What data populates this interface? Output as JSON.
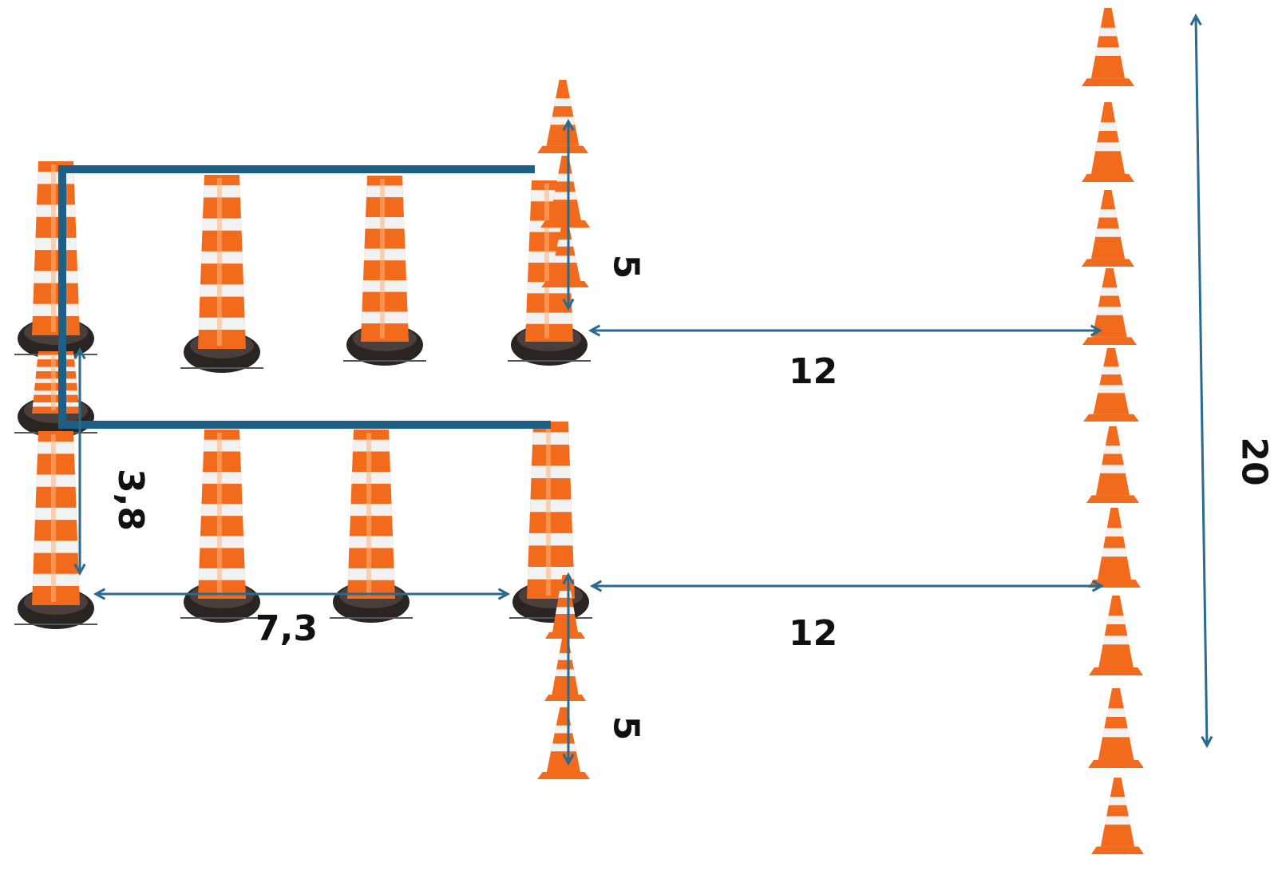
{
  "colors": {
    "frame": "#1e5f85",
    "arrow": "#2a6a8e",
    "cone_orange": "#f26a1b",
    "cone_white": "#f2f2f2",
    "base_black": "#2a2522"
  },
  "icons": {
    "barrel": "traffic-barrel-icon",
    "cone": "traffic-cone-icon"
  },
  "dimensions": {
    "top_cone_gap": "5",
    "top_lane_length": "12",
    "bottom_lane_length": "12",
    "bottom_cone_gap": "5",
    "box_height": "3,8",
    "box_width": "7,3",
    "cone_line_length": "20"
  }
}
